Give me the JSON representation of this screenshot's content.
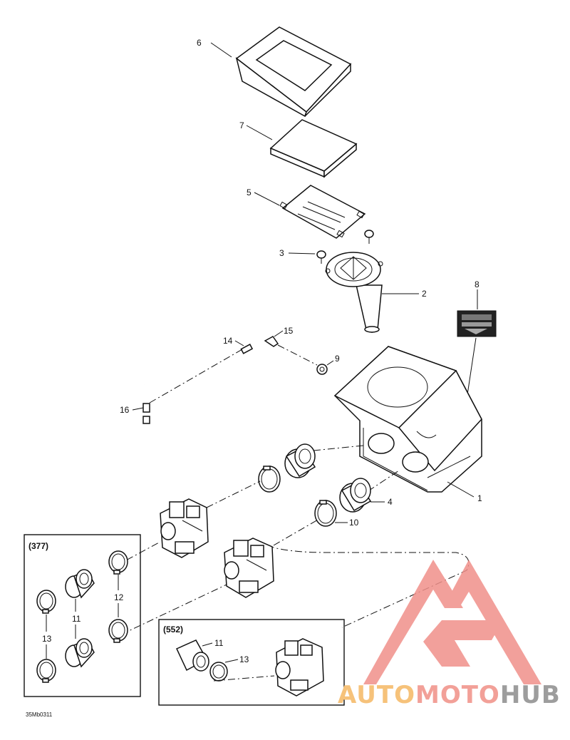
{
  "diagram": {
    "callouts": {
      "c1": "1",
      "c2": "2",
      "c3": "3",
      "c4": "4",
      "c5": "5",
      "c6": "6",
      "c7": "7",
      "c8": "8",
      "c9": "9",
      "c10": "10",
      "c14": "14",
      "c15": "15",
      "c16": "16",
      "c11a": "11",
      "c12": "12",
      "c13a": "13",
      "c11b": "11",
      "c13b": "13"
    },
    "inset_377_label": "(377)",
    "inset_552_label": "(552)",
    "reference_code": "35Mb0311"
  },
  "watermark": {
    "part1": "AUTO",
    "part2": "MOTO",
    "part3": "HUB",
    "colors": {
      "auto": "#f6c27a",
      "moto": "#f2a098",
      "hub": "#9d9d9d",
      "logo": "#f0908a"
    }
  }
}
